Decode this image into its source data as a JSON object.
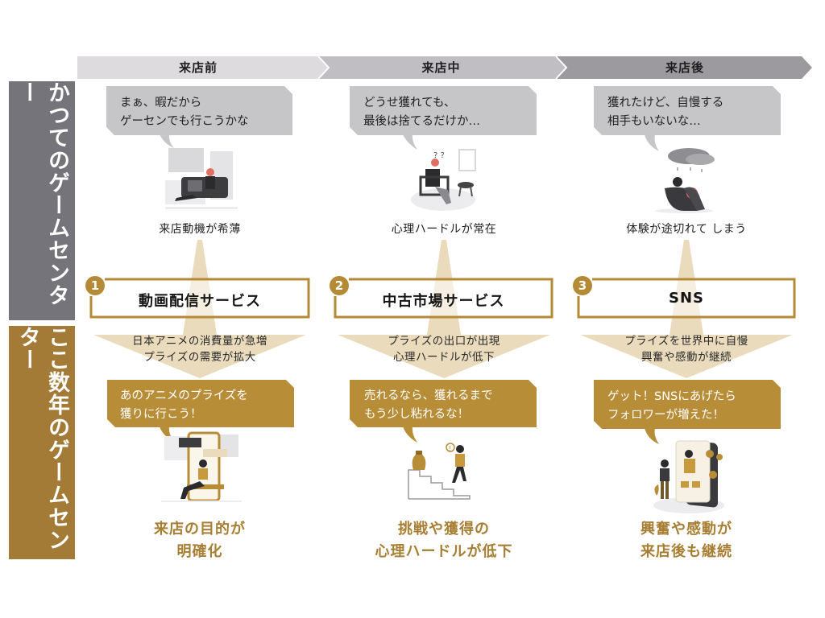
{
  "colors": {
    "header_seg1": "#dddbdd",
    "header_seg2": "#c0bec2",
    "header_seg3": "#9d9a9f",
    "sidebar_past": "#75747a",
    "sidebar_recent": "#a47b36",
    "bubble_gray": "#c6c5c8",
    "bubble_gold": "#b88d38",
    "arrow_beige": "#eadbbd",
    "accent_gold": "#b58a36",
    "outcome_text": "#a77e32"
  },
  "header": {
    "phases": [
      {
        "label": "来店前"
      },
      {
        "label": "来店中"
      },
      {
        "label": "来店後"
      }
    ]
  },
  "sidebar": {
    "past": {
      "label": "かつてのゲームセンター"
    },
    "recent": {
      "label": "ここ数年のゲームセンター"
    }
  },
  "columns": [
    {
      "past_bubble": {
        "line1": "まぁ、暇だから",
        "line2": "ゲーセンでも行こうかな"
      },
      "past_illustration": "person-on-sofa-with-laptop",
      "past_caption": "来店動機が希薄",
      "number": "1",
      "service": "動画配信サービス",
      "effect": {
        "line1": "日本アニメの消費量が急増",
        "line2": "プライズの需要が拡大"
      },
      "recent_bubble": {
        "line1": "あのアニメのプライズを",
        "line2": "獲りに行こう！"
      },
      "recent_illustration": "person-sitting-on-smartphone",
      "outcome": {
        "line1": "来店の目的が",
        "line2": "明確化"
      }
    },
    {
      "past_bubble": {
        "line1": "どうせ獲れても、",
        "line2": "最後は捨てるだけか…"
      },
      "past_illustration": "person-thinking-in-chair",
      "past_caption": "心理ハードルが常在",
      "number": "2",
      "service": "中古市場サービス",
      "effect": {
        "line1": "プライズの出口が出現",
        "line2": "心理ハードルが低下"
      },
      "recent_bubble": {
        "line1": "売れるなら、獲れるまで",
        "line2": "もう少し粘れるな！"
      },
      "recent_illustration": "person-climbing-stairs-to-money-bag",
      "outcome": {
        "line1": "挑戦や獲得の",
        "line2": "心理ハードルが低下"
      }
    },
    {
      "past_bubble": {
        "line1": "獲れたけど、自慢する",
        "line2": "相手もいないな…"
      },
      "past_illustration": "sad-person-under-rain-cloud",
      "past_caption": "体験が途切れて しまう",
      "number": "3",
      "service": "SNS",
      "effect": {
        "line1": "プライズを世界中に自慢",
        "line2": "興奮や感動が継続"
      },
      "recent_bubble": {
        "line1": "ゲット！SNSにあげたら",
        "line2": "フォロワーが増えた！"
      },
      "recent_illustration": "people-high-five-by-social-phone",
      "outcome": {
        "line1": "興奮や感動が",
        "line2": "来店後も継続"
      }
    }
  ]
}
